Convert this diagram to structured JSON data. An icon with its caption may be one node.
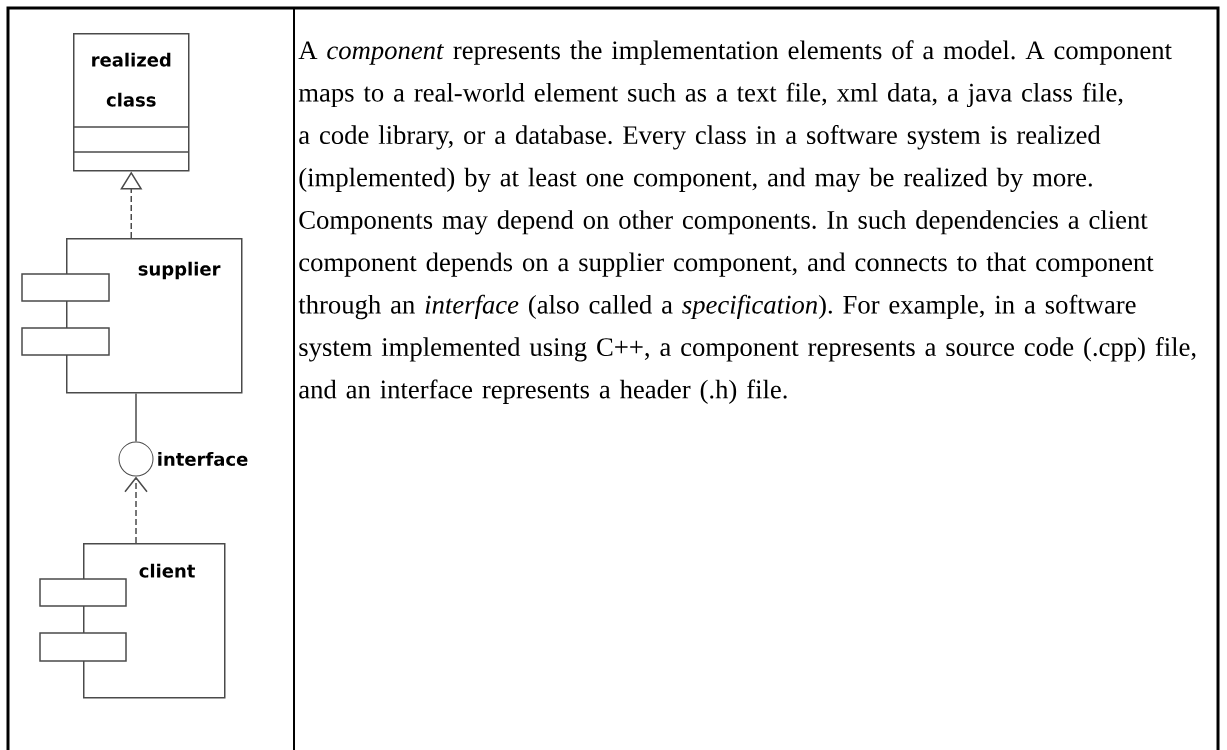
{
  "diagram": {
    "nodes": [
      {
        "text": [
          "realized class"
        ]
      },
      {
        "text": [
          "supplier"
        ]
      },
      {
        "text": [],
        "shape": "circle",
        "beside": [
          "interface"
        ]
      },
      {
        "text": [
          "client"
        ]
      }
    ],
    "edges": [
      {
        "from": 1,
        "to": 0,
        "arrow": "to",
        "style": "dashed"
      },
      {
        "from": 1,
        "to": 2,
        "arrow": "none"
      },
      {
        "from": 3,
        "to": 2,
        "arrow": "to",
        "style": "dashed"
      }
    ],
    "labels": [
      "A *component* represents the implementation elements of a model. A component maps to a real-world element such as a text file, xml data, a java class file, a code library, or a database. Every class in a software system is realized (implemented) by at least one component, and may be realized by more. Components may depend on other components. In such dependencies a client component depends on a supplier component, and connects to that component through an *interface* (also called a *specification*). For example, in a software system implemented using C++, a component represents a source code (.cpp) file, and an interface represents a header (.h) file."
    ]
  }
}
